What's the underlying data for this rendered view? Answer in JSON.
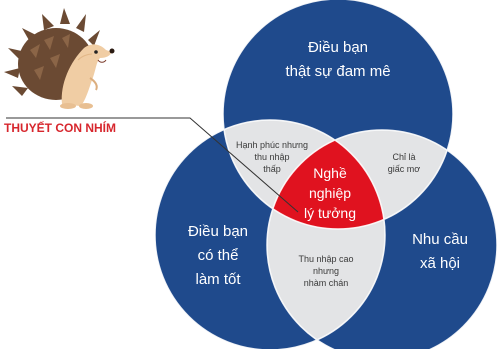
{
  "title": "THUYẾT CON NHÍM",
  "colors": {
    "circle": "#1f4a8c",
    "overlap": "#e3e4e6",
    "center": "#e0121f",
    "title": "#d7262d",
    "hedgehog_spines": "#6b4a33",
    "hedgehog_body": "#f0cda4"
  },
  "circles": {
    "top": {
      "lines": [
        "Điều bạn",
        "thật sự đam mê"
      ]
    },
    "left": {
      "lines": [
        "Điều bạn",
        "có thể",
        "làm tốt"
      ]
    },
    "right": {
      "lines": [
        "Nhu cầu",
        "xã hội"
      ]
    }
  },
  "overlaps": {
    "top_left": {
      "lines": [
        "Hạnh phúc nhưng",
        "thu nhập",
        "thấp"
      ]
    },
    "top_right": {
      "lines": [
        "Chỉ là",
        "giấc mơ"
      ]
    },
    "bottom": {
      "lines": [
        "Thu nhập cao",
        "nhưng",
        "nhàm chán"
      ]
    }
  },
  "center": {
    "lines": [
      "Nghề",
      "nghiệp",
      "lý tưởng"
    ]
  },
  "hedgehog_icon": "hedgehog-icon"
}
